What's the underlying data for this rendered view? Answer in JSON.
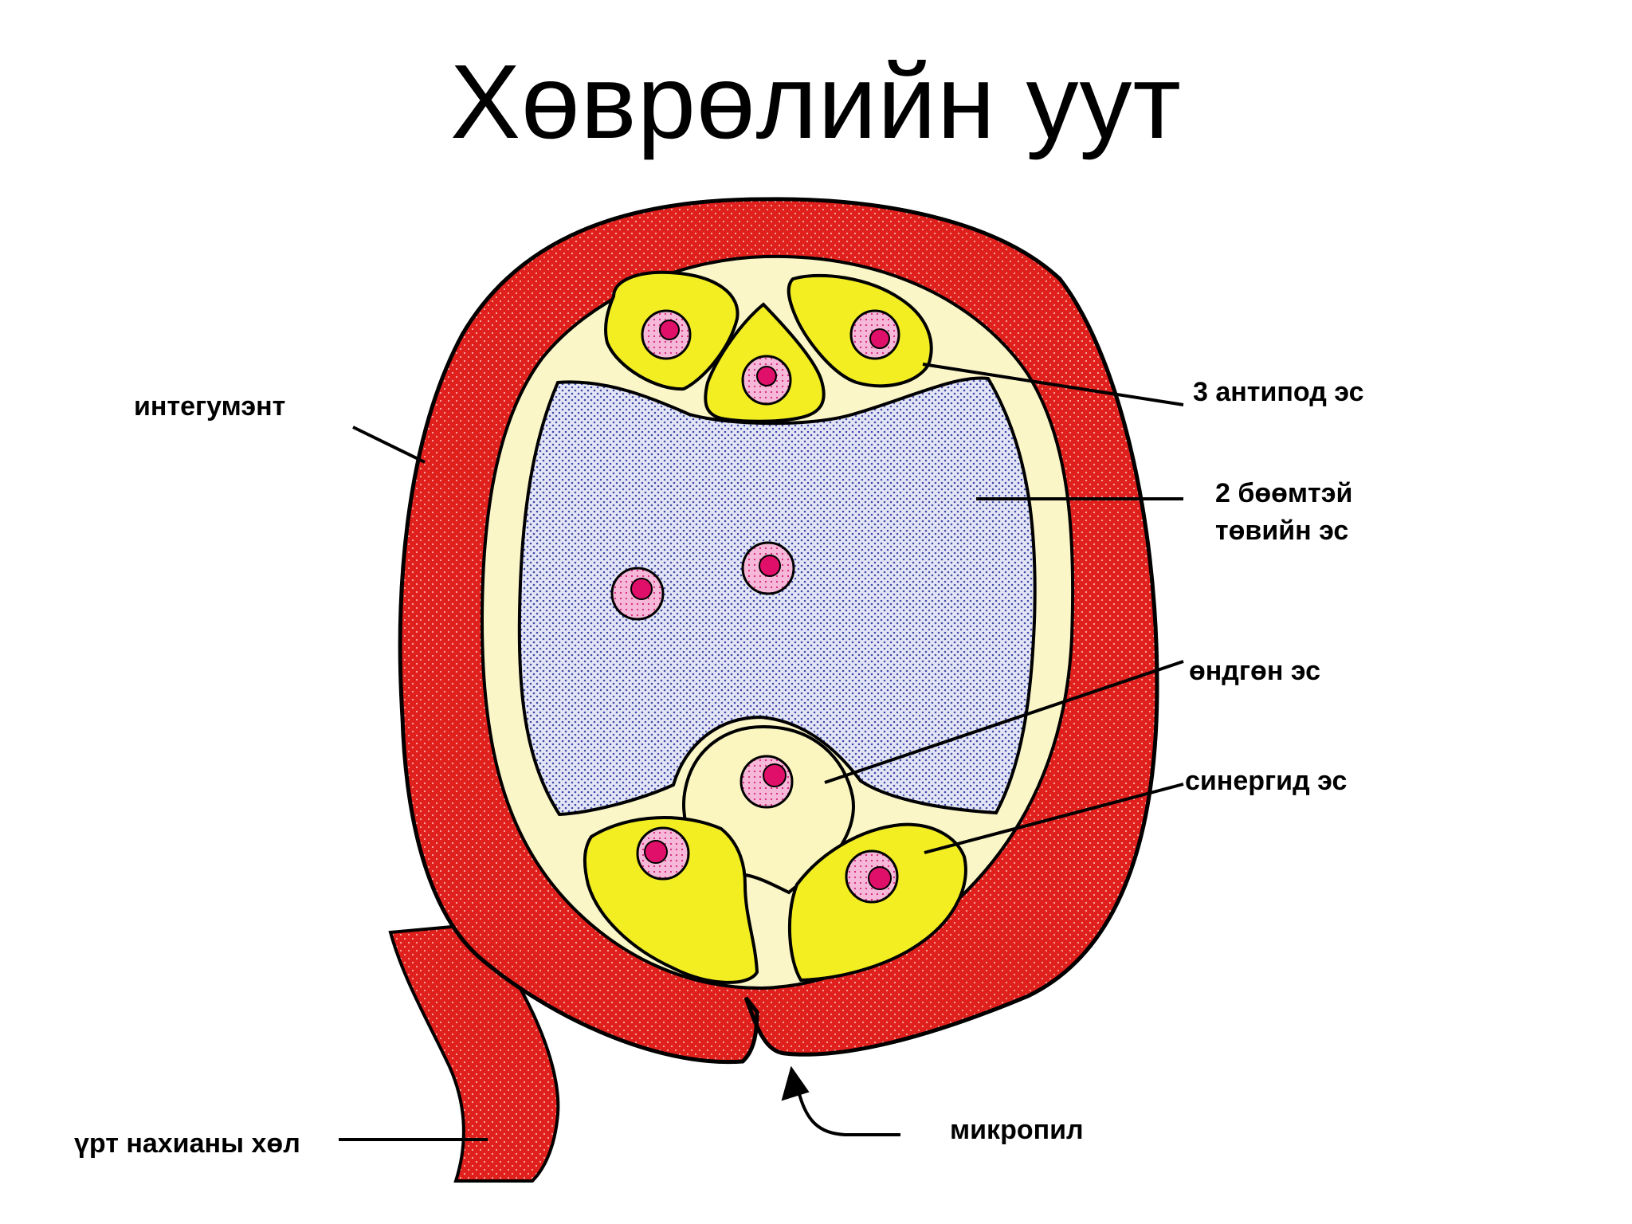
{
  "title": "Хөврөлийн уут",
  "labels": {
    "integument": "интегумэнт",
    "antipodal": "3 антипод эс",
    "central_line1": "2 бөөмтэй",
    "central_line2": "төвийн эс",
    "egg": "өндгөн эс",
    "synergid": "синергид эс",
    "funiculus": "үрт нахианы хөл",
    "micropyle": "микропил"
  },
  "colors": {
    "integument_fill": "#e0201c",
    "embryo_sac_fill": "#c8ccec",
    "cell_fill": "#f2ee22",
    "nucleus_fill": "#f090c8",
    "nucleolus_fill": "#e0106a",
    "wall_fill": "#fbf8d6"
  }
}
